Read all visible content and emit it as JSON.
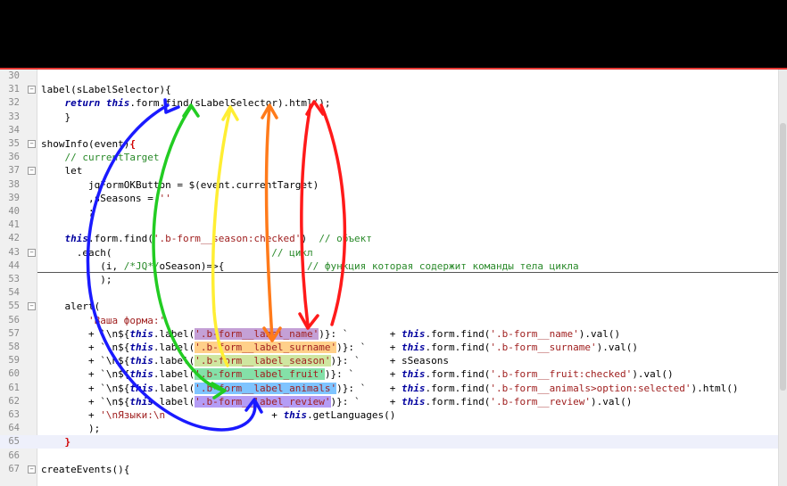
{
  "editor": {
    "lines": [
      {
        "num": "30",
        "fold": "",
        "segments": []
      },
      {
        "num": "31",
        "fold": "−",
        "segments": [
          {
            "t": "label(sLabelSelector){",
            "c": ""
          }
        ]
      },
      {
        "num": "32",
        "fold": "",
        "segments": [
          {
            "t": "    ",
            "c": ""
          },
          {
            "t": "return",
            "c": "kw"
          },
          {
            "t": " ",
            "c": ""
          },
          {
            "t": "this",
            "c": "kw"
          },
          {
            "t": ".form.find(sLabelSelector).html();",
            "c": ""
          }
        ]
      },
      {
        "num": "33",
        "fold": "",
        "segments": [
          {
            "t": "    }",
            "c": ""
          }
        ]
      },
      {
        "num": "34",
        "fold": "",
        "segments": []
      },
      {
        "num": "35",
        "fold": "−",
        "segments": [
          {
            "t": "showInfo(event)",
            "c": ""
          },
          {
            "t": "{",
            "c": "br"
          }
        ]
      },
      {
        "num": "36",
        "fold": "",
        "segments": [
          {
            "t": "    ",
            "c": ""
          },
          {
            "t": "// currentTarget",
            "c": "cm"
          }
        ]
      },
      {
        "num": "37",
        "fold": "−",
        "segments": [
          {
            "t": "    let",
            "c": ""
          }
        ]
      },
      {
        "num": "38",
        "fold": "",
        "segments": [
          {
            "t": "        jqFormOKButton = $(event.currentTarget)",
            "c": ""
          }
        ]
      },
      {
        "num": "39",
        "fold": "",
        "segments": [
          {
            "t": "        ,sSeasons = ",
            "c": ""
          },
          {
            "t": "''",
            "c": "st"
          }
        ]
      },
      {
        "num": "40",
        "fold": "",
        "segments": [
          {
            "t": "        ;",
            "c": ""
          }
        ]
      },
      {
        "num": "41",
        "fold": "",
        "segments": []
      },
      {
        "num": "42",
        "fold": "",
        "segments": [
          {
            "t": "    ",
            "c": ""
          },
          {
            "t": "this",
            "c": "kw"
          },
          {
            "t": ".form.find(",
            "c": ""
          },
          {
            "t": "'.b-form__season:checked'",
            "c": "st"
          },
          {
            "t": ")  ",
            "c": ""
          },
          {
            "t": "// объект",
            "c": "cm"
          }
        ]
      },
      {
        "num": "43",
        "fold": "−",
        "segments": [
          {
            "t": "      .each(",
            "c": ""
          },
          {
            "t": "                           // цикл",
            "c": "cm"
          }
        ]
      },
      {
        "num": "44",
        "fold": "",
        "segments": [
          {
            "t": "          (i, ",
            "c": ""
          },
          {
            "t": "/*JQ*/",
            "c": "cm"
          },
          {
            "t": "oSeason)=>{",
            "c": ""
          },
          {
            "t": "              // функция которая содержит команды тела цикла",
            "c": "cm"
          }
        ]
      },
      {
        "num": "53",
        "fold": "",
        "segments": [
          {
            "t": "          );",
            "c": ""
          }
        ]
      },
      {
        "num": "54",
        "fold": "",
        "segments": []
      },
      {
        "num": "55",
        "fold": "−",
        "segments": [
          {
            "t": "    alert(",
            "c": ""
          }
        ]
      },
      {
        "num": "56",
        "fold": "",
        "segments": [
          {
            "t": "        ",
            "c": ""
          },
          {
            "t": "'Ваша форма:'",
            "c": "st"
          }
        ]
      },
      {
        "num": "57",
        "fold": "",
        "segments": [
          {
            "t": "        + `\\n${",
            "c": ""
          },
          {
            "t": "this",
            "c": "kw"
          },
          {
            "t": ".label(",
            "c": ""
          },
          {
            "t": "'.b-form__label_name'",
            "c": "st m1"
          },
          {
            "t": ")}: `       + ",
            "c": ""
          },
          {
            "t": "this",
            "c": "kw"
          },
          {
            "t": ".form.find(",
            "c": ""
          },
          {
            "t": "'.b-form__name'",
            "c": "st"
          },
          {
            "t": ").val()",
            "c": ""
          }
        ]
      },
      {
        "num": "58",
        "fold": "",
        "segments": [
          {
            "t": "        + `\\n${",
            "c": ""
          },
          {
            "t": "this",
            "c": "kw"
          },
          {
            "t": ".label(",
            "c": ""
          },
          {
            "t": "'.b-form__label_surname'",
            "c": "st m2"
          },
          {
            "t": ")}: `    + ",
            "c": ""
          },
          {
            "t": "this",
            "c": "kw"
          },
          {
            "t": ".form.find(",
            "c": ""
          },
          {
            "t": "'.b-form__surname'",
            "c": "st"
          },
          {
            "t": ").val()",
            "c": ""
          }
        ]
      },
      {
        "num": "59",
        "fold": "",
        "segments": [
          {
            "t": "        + `\\n${",
            "c": ""
          },
          {
            "t": "this",
            "c": "kw"
          },
          {
            "t": ".label(",
            "c": ""
          },
          {
            "t": "'.b-form__label_season'",
            "c": "st m3"
          },
          {
            "t": ")}: `     + sSeasons",
            "c": ""
          }
        ]
      },
      {
        "num": "60",
        "fold": "",
        "segments": [
          {
            "t": "        + `\\n${",
            "c": ""
          },
          {
            "t": "this",
            "c": "kw"
          },
          {
            "t": ".label(",
            "c": ""
          },
          {
            "t": "'.b-form__label_fruit'",
            "c": "st m4"
          },
          {
            "t": ")}: `      + ",
            "c": ""
          },
          {
            "t": "this",
            "c": "kw"
          },
          {
            "t": ".form.find(",
            "c": ""
          },
          {
            "t": "'.b-form__fruit:checked'",
            "c": "st"
          },
          {
            "t": ").val()",
            "c": ""
          }
        ]
      },
      {
        "num": "61",
        "fold": "",
        "segments": [
          {
            "t": "        + `\\n${",
            "c": ""
          },
          {
            "t": "this",
            "c": "kw"
          },
          {
            "t": ".label(",
            "c": ""
          },
          {
            "t": "'.b-form__label_animals'",
            "c": "st m5"
          },
          {
            "t": ")}: `    + ",
            "c": ""
          },
          {
            "t": "this",
            "c": "kw"
          },
          {
            "t": ".form.find(",
            "c": ""
          },
          {
            "t": "'.b-form__animals>option:selected'",
            "c": "st"
          },
          {
            "t": ").html()",
            "c": ""
          }
        ]
      },
      {
        "num": "62",
        "fold": "",
        "segments": [
          {
            "t": "        + `\\n${",
            "c": ""
          },
          {
            "t": "this",
            "c": "kw"
          },
          {
            "t": ".label(",
            "c": ""
          },
          {
            "t": "'.b-form__label_review'",
            "c": "st m6"
          },
          {
            "t": ")}: `     + ",
            "c": ""
          },
          {
            "t": "this",
            "c": "kw"
          },
          {
            "t": ".form.find(",
            "c": ""
          },
          {
            "t": "'.b-form__review'",
            "c": "st"
          },
          {
            "t": ").val()",
            "c": ""
          }
        ]
      },
      {
        "num": "63",
        "fold": "",
        "segments": [
          {
            "t": "        + ",
            "c": ""
          },
          {
            "t": "'\\nЯзыки:\\n'",
            "c": "st"
          },
          {
            "t": "                 + ",
            "c": ""
          },
          {
            "t": "this",
            "c": "kw"
          },
          {
            "t": ".getLanguages()",
            "c": ""
          }
        ]
      },
      {
        "num": "64",
        "fold": "",
        "segments": [
          {
            "t": "        );",
            "c": ""
          }
        ]
      },
      {
        "num": "65",
        "fold": "",
        "segments": [
          {
            "t": "    ",
            "c": ""
          },
          {
            "t": "}",
            "c": "br"
          }
        ]
      },
      {
        "num": "66",
        "fold": "",
        "segments": []
      },
      {
        "num": "67",
        "fold": "−",
        "segments": [
          {
            "t": "createEvents(){",
            "c": ""
          }
        ]
      }
    ],
    "highlighted_lines": [
      "65"
    ],
    "collapsed_after": "44"
  },
  "annotations": {
    "colors": {
      "red": "#ff1a1a",
      "orange": "#ff7a1a",
      "yellow": "#ffee33",
      "green": "#22cc22",
      "blue": "#1a1aff"
    }
  }
}
